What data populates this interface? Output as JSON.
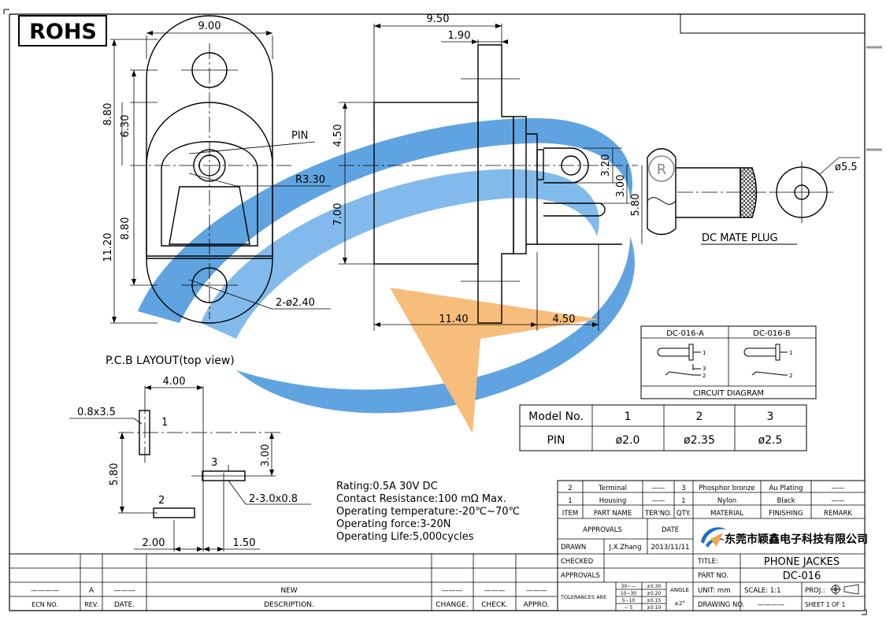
{
  "header": {
    "rohs": "ROHS"
  },
  "front_view": {
    "dims": {
      "width": "9.00",
      "d880_top": "8.80",
      "d630": "6.30",
      "d880_bot": "8.80",
      "d1120": "11.20"
    },
    "labels": {
      "pin": "PIN",
      "radius": "R3.30",
      "holes": "2-ø2.40"
    }
  },
  "side_view": {
    "dims": {
      "d950": "9.50",
      "d190": "1.90",
      "d450": "4.50",
      "d700": "7.00",
      "d320": "3.20",
      "d300": "3.00",
      "d580": "5.80",
      "d1140": "11.40",
      "d450b": "4.50"
    }
  },
  "plug": {
    "diameter": "ø5.5",
    "label": "DC  MATE  PLUG",
    "registered": "R"
  },
  "pcb": {
    "title": "P.C.B  LAYOUT(top  view)",
    "dims": {
      "d400": "4.00",
      "pad1": "0.8x3.5",
      "d300": "3.00",
      "d580": "5.80",
      "pad23": "2-3.0x0.8",
      "d200": "2.00",
      "d150": "1.50"
    },
    "pins": [
      "1",
      "2",
      "3"
    ]
  },
  "circuit": {
    "type_a": "DC-016-A",
    "type_b": "DC-016-B",
    "caption": "CIRCUIT  DIAGRAM",
    "a_pins": [
      "1",
      "3",
      "2"
    ],
    "b_pins": [
      "1",
      "2"
    ]
  },
  "model_table": {
    "headers": [
      "Model  No.",
      "1",
      "2",
      "3"
    ],
    "row": [
      "PIN",
      "ø2.0",
      "ø2.35",
      "ø2.5"
    ]
  },
  "specs": [
    "Rating:0.5A  30V  DC",
    "Contact  Resistance:100  mΩ  Max.",
    "Operating  temperature:-20℃~70℃",
    "Operating  force:3-20N",
    "Operating  Life:5,000cycles"
  ],
  "bom": {
    "rows": [
      {
        "item": "2",
        "part": "Terminal",
        "ter": "——",
        "qty": "3",
        "material": "Phosphor bronze",
        "finishing": "Au Plating",
        "remark": "——"
      },
      {
        "item": "1",
        "part": "Housing",
        "ter": "——",
        "qty": "1",
        "material": "Nylon",
        "finishing": "Black",
        "remark": "——"
      }
    ],
    "headers": {
      "item": "ITEM",
      "part": "PART NAME",
      "ter": "TER'NO.",
      "qty": "QTY.",
      "material": "MATERIAL",
      "finishing": "FINISHING",
      "remark": "REMARK"
    }
  },
  "title_block": {
    "approvals": "APPROVALS",
    "date": "DATE",
    "drawn": "DRAWN",
    "drawn_by": "J.X.Zhang",
    "drawn_date": "2013/11/11",
    "checked": "CHECKED",
    "approvals2": "APPROVALS",
    "company": "东莞市颖鑫电子科技有限公司",
    "title_label": "TITLE:",
    "title": "PHONE  JACKES",
    "part_no_label": "PART NO.",
    "part_no": "DC-016",
    "tolerances": "TOLERANCES  ARE",
    "tol_ranges": [
      "30~—",
      "10~30",
      "5~10",
      "~ 5"
    ],
    "tol_values": [
      "±0.30",
      "±0.20",
      "±0.15",
      "±0.10"
    ],
    "angle_label": "ANGLE",
    "angle_value": "±2°",
    "unit": "UNIT:  mm",
    "scale": "SCALE:   1:1",
    "proj": "PROJ.:",
    "drawing_no": "DRAWING NO.",
    "drawing_no_value": "————",
    "sheet": "SHEET   1  OF  1"
  },
  "revision": {
    "headers": [
      "ECN NO.",
      "REV.",
      "DATE.",
      "DESCRIPTION.",
      "CHANGE.",
      "CHECK.",
      "APPRO."
    ],
    "row": [
      "————",
      "A",
      "———",
      "NEW",
      "———",
      "———",
      "———"
    ]
  },
  "colors": {
    "watermark_blue": "#1f7fd0",
    "watermark_orange": "#f4a64a",
    "logo_blue": "#1a6fc9"
  }
}
